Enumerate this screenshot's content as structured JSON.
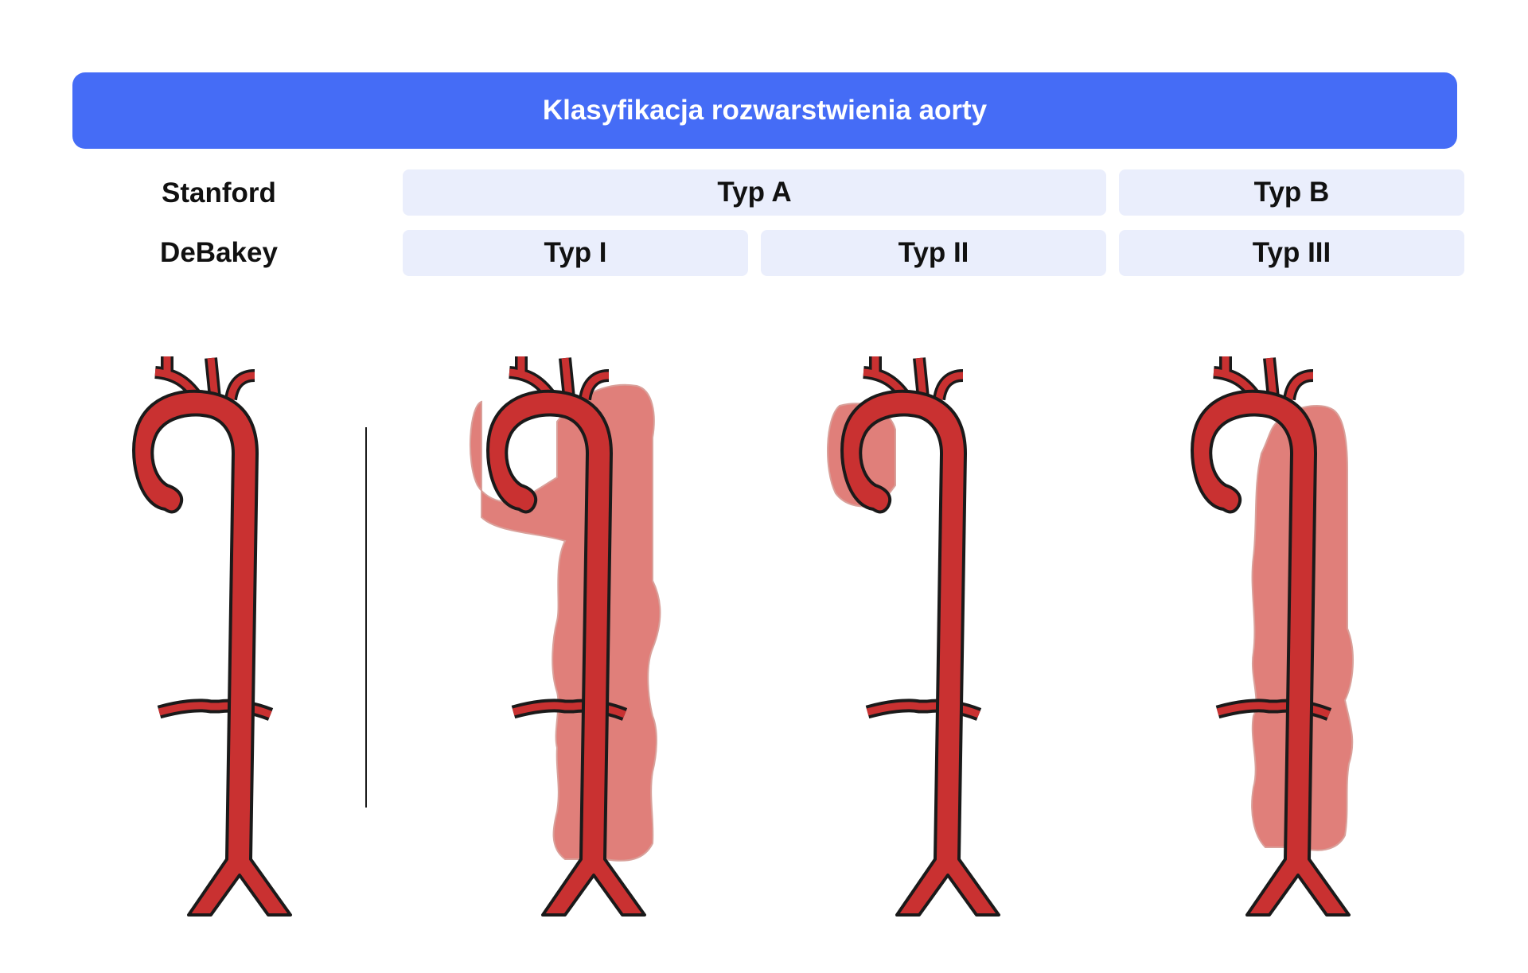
{
  "title": "Klasyfikacja rozwarstwienia aorty",
  "rows": {
    "stanford": {
      "label": "Stanford",
      "cells": [
        "Typ A",
        "Typ B"
      ]
    },
    "debakey": {
      "label": "DeBakey",
      "cells": [
        "Typ I",
        "Typ II",
        "Typ III"
      ]
    }
  },
  "diagram": {
    "aorta_color": "#c93131",
    "outline_color": "#1a1a1a",
    "dissection_color": "#e07f7a",
    "panels": [
      {
        "dissection_extent": "none"
      },
      {
        "dissection_extent": "ascending-arch-descending"
      },
      {
        "dissection_extent": "ascending-only"
      },
      {
        "dissection_extent": "descending-only"
      }
    ]
  }
}
